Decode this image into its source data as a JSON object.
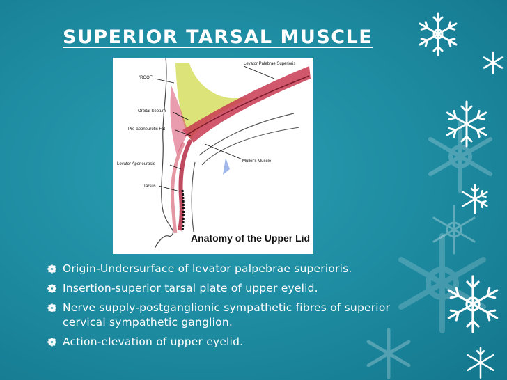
{
  "slide": {
    "title": "SUPERIOR TARSAL MUSCLE",
    "figure": {
      "caption": "Anatomy of the Upper Lid",
      "labels": {
        "levator_palpebrae_superioris": "Levator Palebrae Superioris",
        "roof": "'ROOF'",
        "orbital_septum": "Orbital Septum",
        "pre_aponeurotic_fat": "Pre-aponeurotic Fat",
        "mullers_muscle": "Muller's Muscle",
        "levator_aponeurosis": "Levator Aponeurosis",
        "tarsus": "Tarsus"
      }
    },
    "bullets": [
      {
        "text": "Origin-Undersurface of levator palpebrae superioris."
      },
      {
        "text": "Insertion-superior tarsal plate of upper eyelid."
      },
      {
        "text": "Nerve supply-postganglionic sympathetic fibres of superior cervical sympathetic ganglion."
      },
      {
        "text": "Action-elevation of upper eyelid."
      }
    ],
    "bullet_icon": "gear-bullet-icon",
    "decoration_icon": "snowflake-icon",
    "colors": {
      "background": "#1d8aa0",
      "text": "#ffffff",
      "fat": "#d8e06a",
      "muscle": "#c83a52"
    }
  }
}
